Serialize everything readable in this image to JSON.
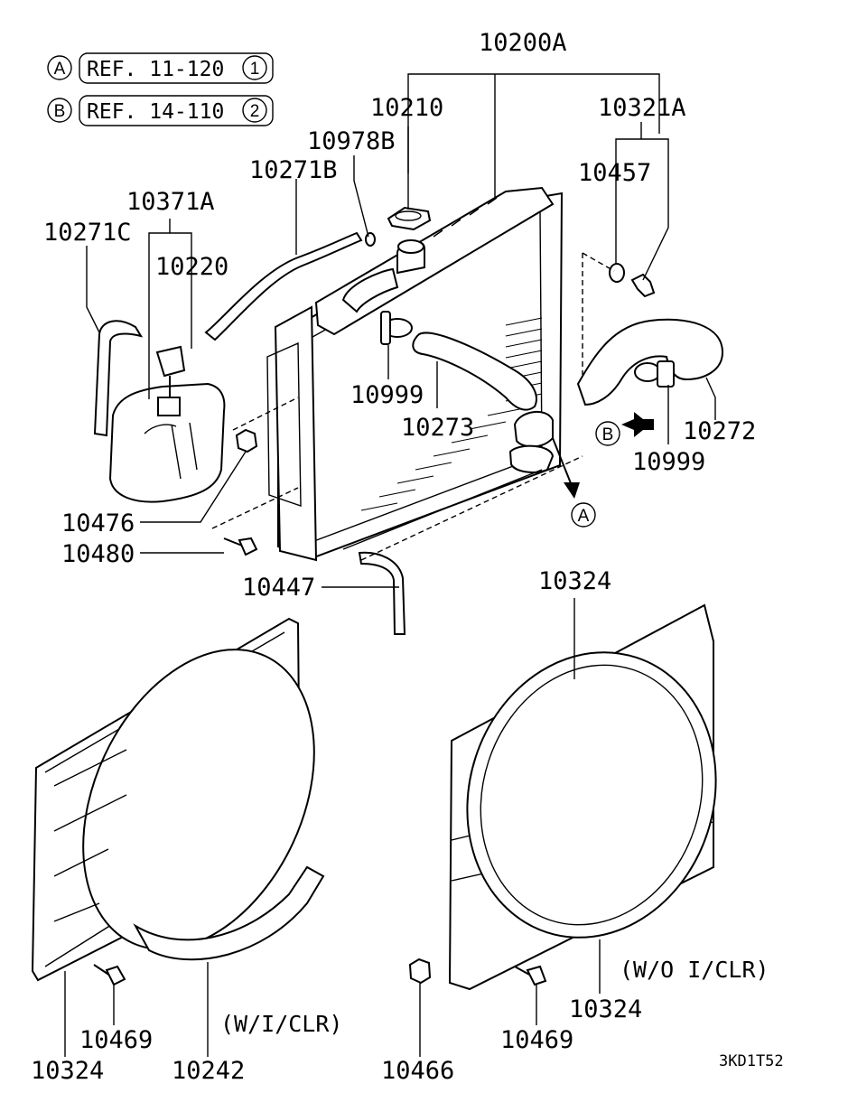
{
  "diagram_code": "3KD1T52",
  "references": [
    {
      "letter": "A",
      "text": "REF. 11-120",
      "index": "1"
    },
    {
      "letter": "B",
      "text": "REF. 14-110",
      "index": "2"
    }
  ],
  "callouts": {
    "radiator_assy": "10200A",
    "radiator_cap": "10210",
    "drain_plug_assy": "10321A",
    "drain_gasket": "10457",
    "breather_pipe": "10978B",
    "overflow_hose": "10271B",
    "reserve_tank_assy": "10371A",
    "tank_hose": "10271C",
    "tank_cap": "10220",
    "clamp_upper": "10999",
    "upper_hose": "10273",
    "lower_hose": "10272",
    "clamp_lower": "10999",
    "nut": "10476",
    "bolt": "10480",
    "drain_hose": "10447",
    "shroud_right_top": "10324",
    "shroud_left": "10324",
    "shroud_right_bottom": "10324",
    "bolt_left": "10469",
    "bolt_right": "10469",
    "shroud_lower": "10242",
    "nut_bottom": "10466"
  },
  "variant_notes": {
    "left": "(W/I/CLR)",
    "right": "(W/O I/CLR)"
  },
  "arrow_markers": {
    "a": "A",
    "b": "B"
  }
}
